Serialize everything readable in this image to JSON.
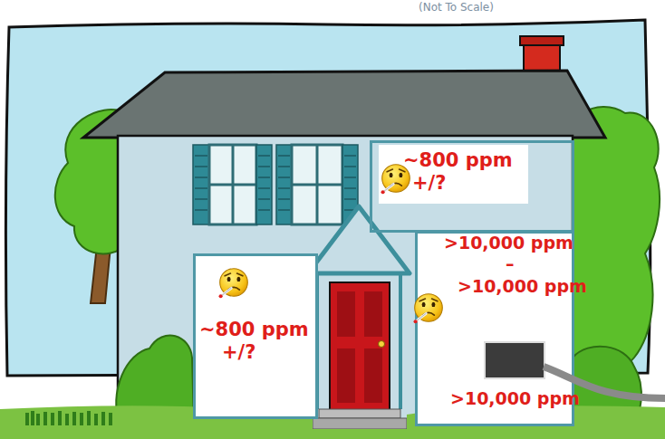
{
  "diagram": {
    "nodes": [
      {
        "text": [
          "~800 ppm +/?"
        ]
      },
      {
        "text": [
          "~800 ppm +/?"
        ]
      },
      {
        "text": [
          ">10,000 ppm",
          "–",
          ">10,000 ppm",
          ">10,000 ppm"
        ]
      }
    ],
    "labels": [
      "(Not To Scale)"
    ]
  }
}
